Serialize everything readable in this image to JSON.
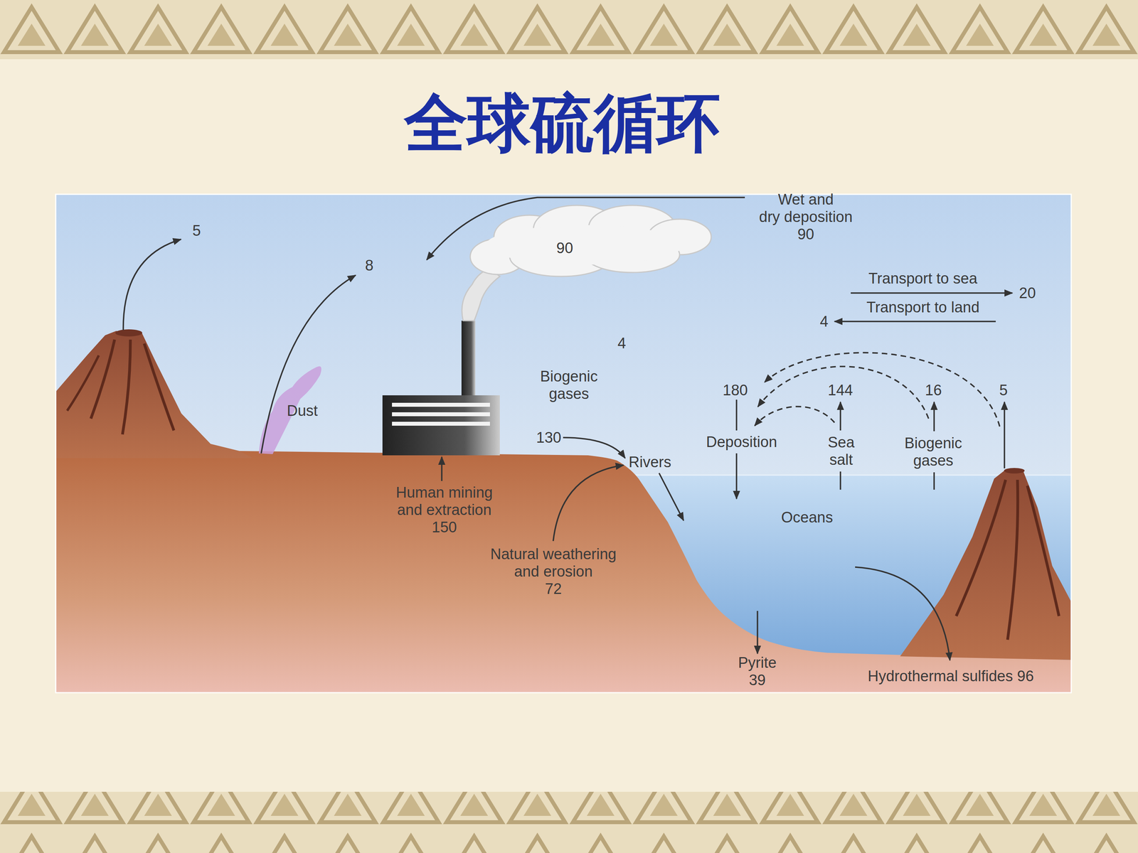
{
  "diagram": {
    "title": "全球硫循环",
    "labels": [
      "5",
      "8",
      "Wet and dry deposition 90",
      "90",
      "Transport to sea",
      "20",
      "Transport to land",
      "4",
      "4",
      "Biogenic gases",
      "Dust",
      "180",
      "144",
      "16",
      "5",
      "Deposition",
      "Sea salt",
      "Biogenic gases",
      "130",
      "Rivers",
      "Human mining and extraction 150",
      "Oceans",
      "Natural weathering and erosion 72",
      "Pyrite 39",
      "Hydrothermal sulfides 96"
    ]
  }
}
